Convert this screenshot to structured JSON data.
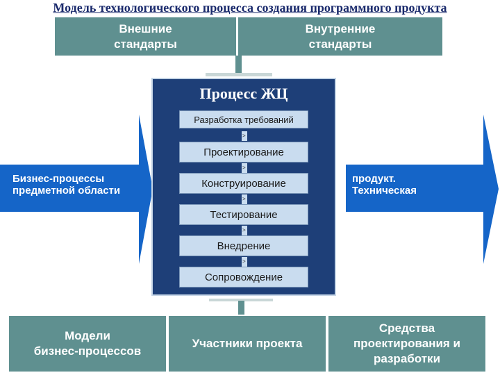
{
  "header": {
    "title": "Модель технологического процесса создания программного продукта"
  },
  "top_boxes": [
    {
      "label": "Внешние\nстандарты"
    },
    {
      "label": "Внутренние\nстандарты"
    }
  ],
  "process": {
    "title": "Процесс ЖЦ",
    "stages": [
      "Разработка требований",
      "Проектирование",
      "Конструирование",
      "Тестирование",
      "Внедрение",
      "Сопровождение"
    ],
    "connector_glyph": ">"
  },
  "left_arrow": {
    "label": "Бизнес-процессы\nпредметной области"
  },
  "right_arrow": {
    "label": "продукт.\nТехническая"
  },
  "bottom_boxes": [
    {
      "label": "Модели\nбизнес-процессов"
    },
    {
      "label": "Участники проекта"
    },
    {
      "label": "Средства\nпроектирования и\nразработки"
    }
  ],
  "colors": {
    "teal": "#5f9090",
    "navy": "#1e3f78",
    "arrow_blue": "#1565c8",
    "stage_fill": "#c9dcef"
  }
}
